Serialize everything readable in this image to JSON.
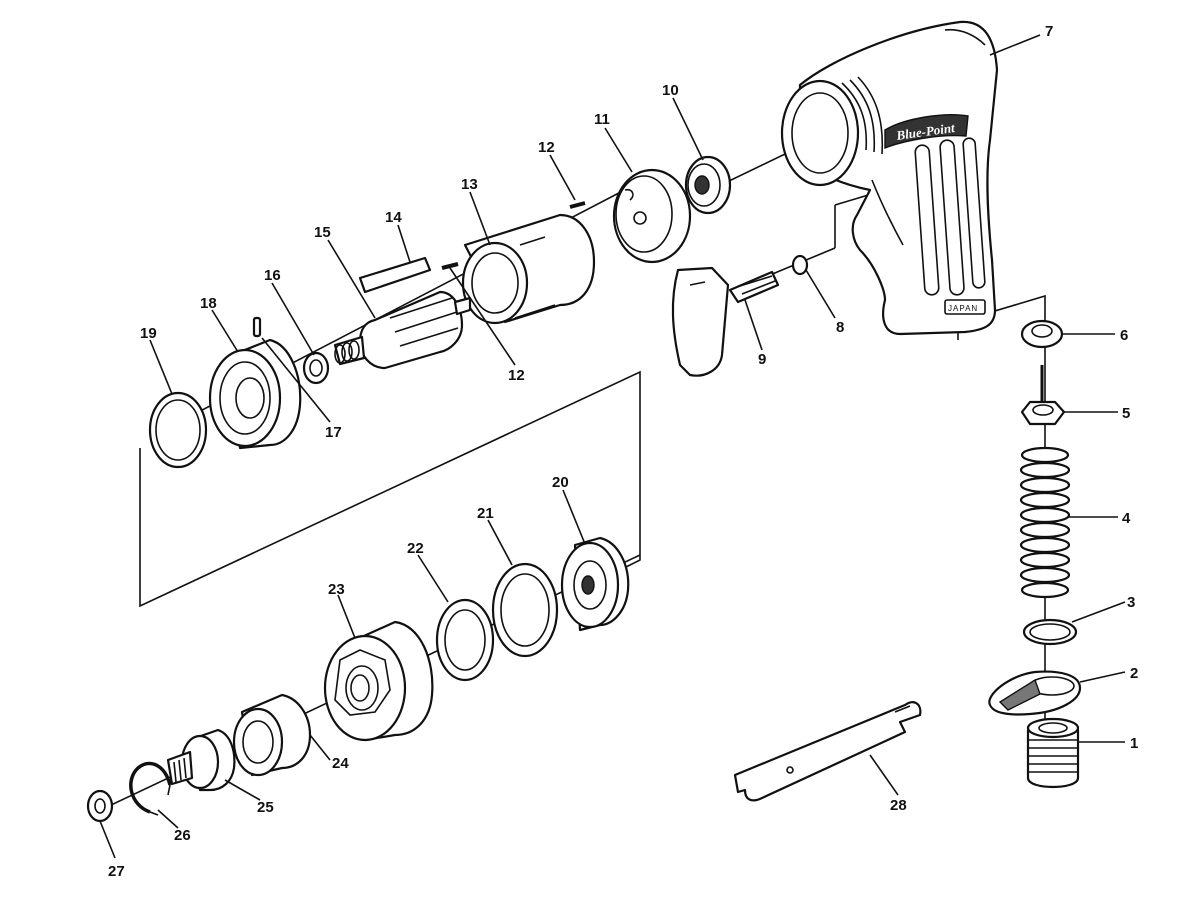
{
  "drawing": {
    "brand_logo": "Blue-Point",
    "origin_stamp": "JAPAN"
  },
  "callouts": {
    "p1": "1",
    "p2": "2",
    "p3": "3",
    "p4": "4",
    "p5": "5",
    "p6": "6",
    "p7": "7",
    "p8": "8",
    "p9": "9",
    "p10": "10",
    "p11": "11",
    "p12a": "12",
    "p12b": "12",
    "p13": "13",
    "p14": "14",
    "p15": "15",
    "p16": "16",
    "p17": "17",
    "p18": "18",
    "p19": "19",
    "p20": "20",
    "p21": "21",
    "p22": "22",
    "p23": "23",
    "p24": "24",
    "p25": "25",
    "p26": "26",
    "p27": "27",
    "p28": "28"
  }
}
